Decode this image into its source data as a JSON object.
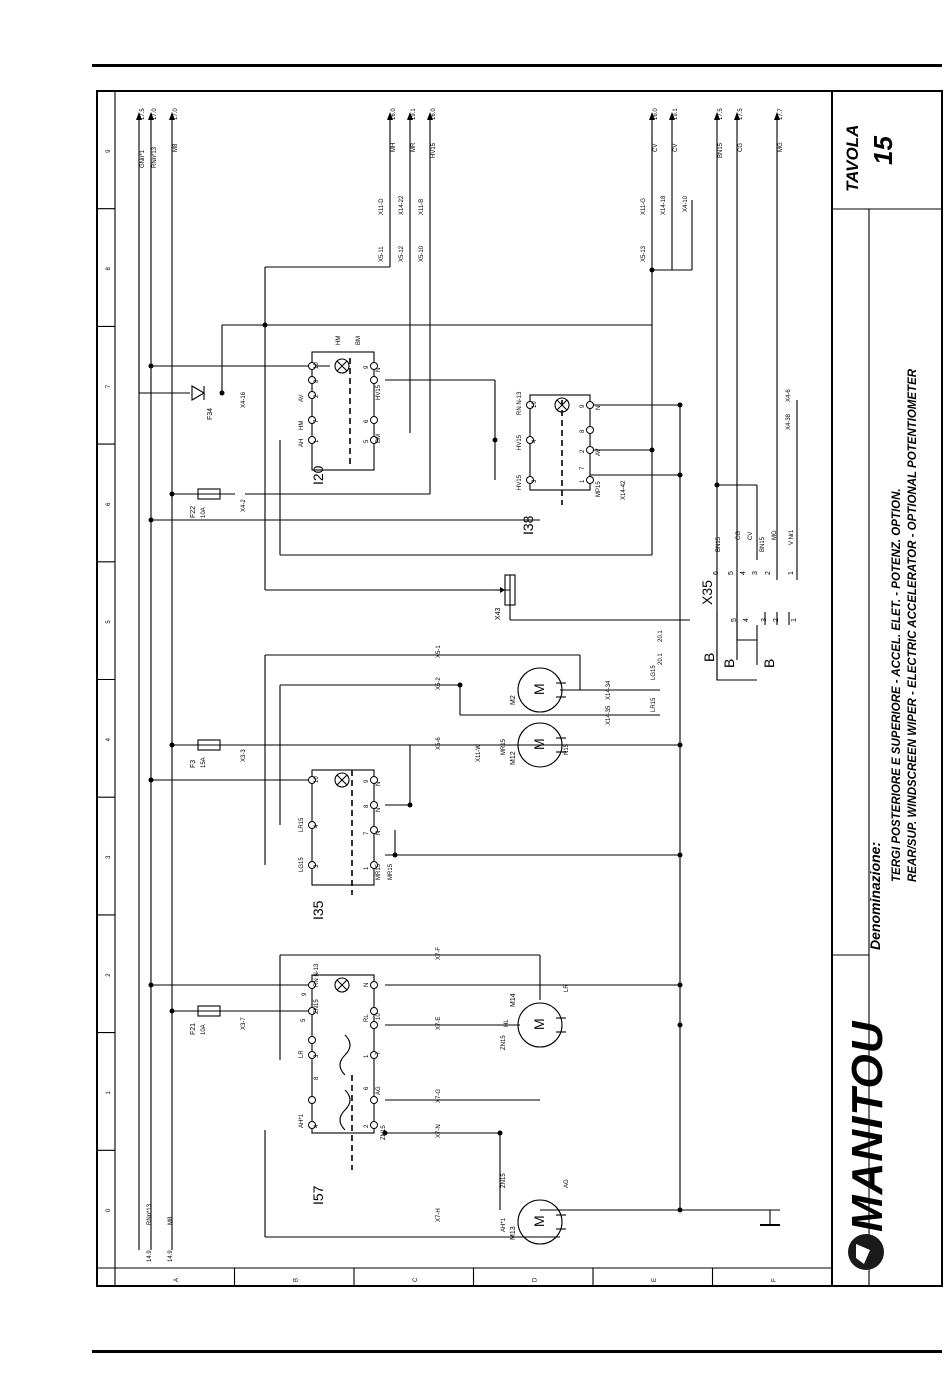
{
  "title_block": {
    "tavola_label": "TAVOLA",
    "tavola_number": "15",
    "denominazione_label": "Denominazione:",
    "title_it": "TERGI POSTERIORE E SUPERIORE - ACCEL. ELET. - POTENZ. OPTION.",
    "title_en": "REAR/SUP. WINDSCREEN WIPER - ELECTRIC ACCELERATOR - OPTIONAL POTENTIOMETER",
    "brand": "MANITOU"
  },
  "grid": {
    "columns": [
      "0",
      "1",
      "2",
      "3",
      "4",
      "5",
      "6",
      "7",
      "8",
      "9"
    ],
    "rows": [
      "A",
      "B",
      "C",
      "D",
      "E",
      "F"
    ]
  },
  "components": {
    "switches": [
      "I57",
      "I35",
      "I20",
      "I38"
    ],
    "motors": [
      "M13",
      "M14",
      "M12",
      "M2"
    ],
    "motor_symbol": "M",
    "fuses": [
      {
        "name": "F21",
        "rating": "10A",
        "connector": "X3-7"
      },
      {
        "name": "F3",
        "rating": "15A",
        "connector": "X3-3"
      },
      {
        "name": "F22",
        "rating": "10A",
        "connector": "X4-2"
      }
    ],
    "diode": "F34",
    "diode_connector": "X4-16",
    "potentiometer": "X43",
    "connector": "X35",
    "x35_pins_left": [
      "6",
      "5",
      "4",
      "3",
      "2",
      "1"
    ],
    "x35_pins_right": [
      "5",
      "4",
      "3",
      "2",
      "1"
    ],
    "b_labels": [
      "B",
      "B",
      "B"
    ]
  },
  "wires": {
    "top_left": [
      {
        "name": "GNn*1",
        "ref": "17.5"
      },
      {
        "name": "RNn*13",
        "ref": "17.0"
      },
      {
        "name": "M8",
        "ref": "17.0"
      }
    ],
    "bottom_left": [
      {
        "name": "RNn*13",
        "ref": "14.9"
      },
      {
        "name": "M8",
        "ref": "14.9"
      }
    ],
    "top_mid": [
      {
        "name": "MH",
        "ref": "16.0",
        "connectors": [
          "X5-11",
          "X11-D"
        ]
      },
      {
        "name": "MR",
        "ref": "19.1",
        "connectors": [
          "X5-12",
          "X14-22"
        ]
      },
      {
        "name": "HV15",
        "ref": "16.0",
        "connectors": [
          "X5-10",
          "X11-B"
        ]
      }
    ],
    "top_right": [
      {
        "name": "CV",
        "ref": "16.0"
      },
      {
        "name": "CV",
        "ref": "19.1"
      },
      {
        "name": "BN15",
        "ref": "17.5"
      },
      {
        "name": "CG",
        "ref": "17.5"
      },
      {
        "name": "MG",
        "ref": "17.7"
      }
    ],
    "right_connectors": [
      "X5-13",
      "X11-G",
      "X14-18",
      "X4-10",
      "X4-38",
      "X4-6"
    ],
    "accelerator": [
      {
        "name": "LG15",
        "ref": "20.1"
      },
      {
        "name": "LR15",
        "ref": "20.1"
      }
    ],
    "x35_wires": [
      "BN15",
      "CG",
      "CV",
      "BN15",
      "MG",
      "V Nr1"
    ]
  },
  "labels": {
    "i57": [
      "4",
      "AH*1",
      "2",
      "ZN15",
      "8",
      "6",
      "AG",
      "3",
      "LR",
      "1",
      "7",
      "ZN15",
      "5",
      "RL",
      "10",
      "RN N-13",
      "9",
      "N"
    ],
    "i35": [
      "3",
      "LG15",
      "4",
      "LR15",
      "10",
      "1",
      "MR15",
      "7",
      "N",
      "8",
      "N",
      "9",
      "N",
      "MR15"
    ],
    "i20": [
      "1",
      "AH",
      "7",
      "HM",
      "2",
      "AV",
      "8",
      "10",
      "5",
      "BM",
      "6",
      "HV15",
      "9",
      "N",
      "HM",
      "BM"
    ],
    "i38": [
      "3",
      "HV15",
      "4",
      "HV15",
      "10",
      "RN N-13",
      "1",
      "MP15",
      "7",
      "2",
      "AV",
      "8",
      "9",
      "N"
    ],
    "motor_pins": [
      "AH*1",
      "ZN15",
      "AG",
      "HL",
      "ZN15",
      "LR",
      "MR15",
      "N15",
      "LR",
      "LR"
    ],
    "motor_connectors": [
      "X7-H",
      "X7-N",
      "X7-G",
      "X7-E",
      "X7-F",
      "X5-6",
      "X11-W",
      "X5-2",
      "X5-1",
      "X14-34",
      "X14-35",
      "X14-42"
    ]
  },
  "colors": {
    "ink": "#000000",
    "paper": "#ffffff",
    "logo": "#000000"
  }
}
